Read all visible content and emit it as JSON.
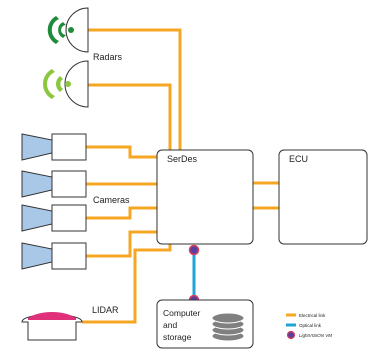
{
  "labels": {
    "radars": "Radars",
    "cameras": "Cameras",
    "lidar": "LIDAR",
    "serdes": "SerDes",
    "ecu": "ECU",
    "computer_line1": "Computer",
    "computer_line2": "and",
    "computer_line3": "storage"
  },
  "legend": {
    "electrical": "Electrical link",
    "optical": "Optical link",
    "vm": "LightVISION VM"
  },
  "colors": {
    "electrical": "#f5a623",
    "optical": "#1fa3d8",
    "vm_fill": "#5b3fa0",
    "vm_ring": "#d8405a",
    "radar_dark": "#1e8c3a",
    "radar_light": "#8cc63f",
    "camera_fill": "#a9c8e8",
    "lidar_top": "#e0307a",
    "disk": "#808080"
  }
}
